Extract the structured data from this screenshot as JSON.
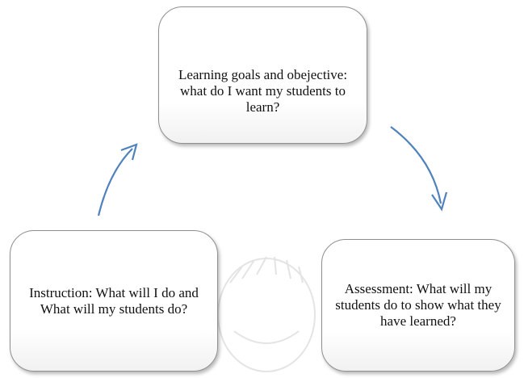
{
  "diagram": {
    "nodes": [
      {
        "id": "goals",
        "text": "Learning goals and obejective: what do I want my students to learn?"
      },
      {
        "id": "instruction",
        "text": "Instruction: What will I do and What will my students do?"
      },
      {
        "id": "assessment",
        "text": "Assessment: What will my students do to show what they have learned?"
      }
    ],
    "edges": [
      {
        "from": "goals",
        "to": "assessment"
      },
      {
        "from": "instruction",
        "to": "goals"
      }
    ]
  },
  "colors": {
    "arrow": "#4f81bd",
    "node_border": "#8f8f8f",
    "watermark": "#e4e4e4"
  }
}
